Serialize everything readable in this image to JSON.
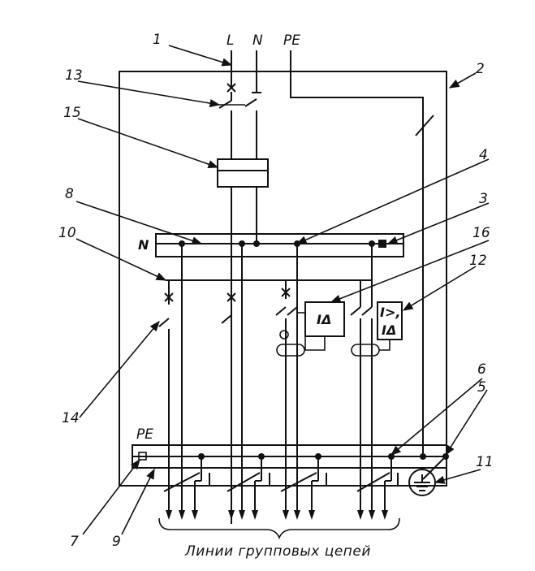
{
  "header_labels": {
    "L": "L",
    "N": "N",
    "PE": "PE"
  },
  "bus": {
    "n_label": "N",
    "pe_label": "PE"
  },
  "rcd": {
    "symbol": "IΔ"
  },
  "rcbo": {
    "symbol_top": "I>,",
    "symbol_bottom": "IΔ"
  },
  "callouts": [
    "1",
    "2",
    "3",
    "4",
    "5",
    "6",
    "7",
    "8",
    "9",
    "10",
    "11",
    "12",
    "13",
    "14",
    "15",
    "16"
  ],
  "caption": "Линии групповых цепей"
}
